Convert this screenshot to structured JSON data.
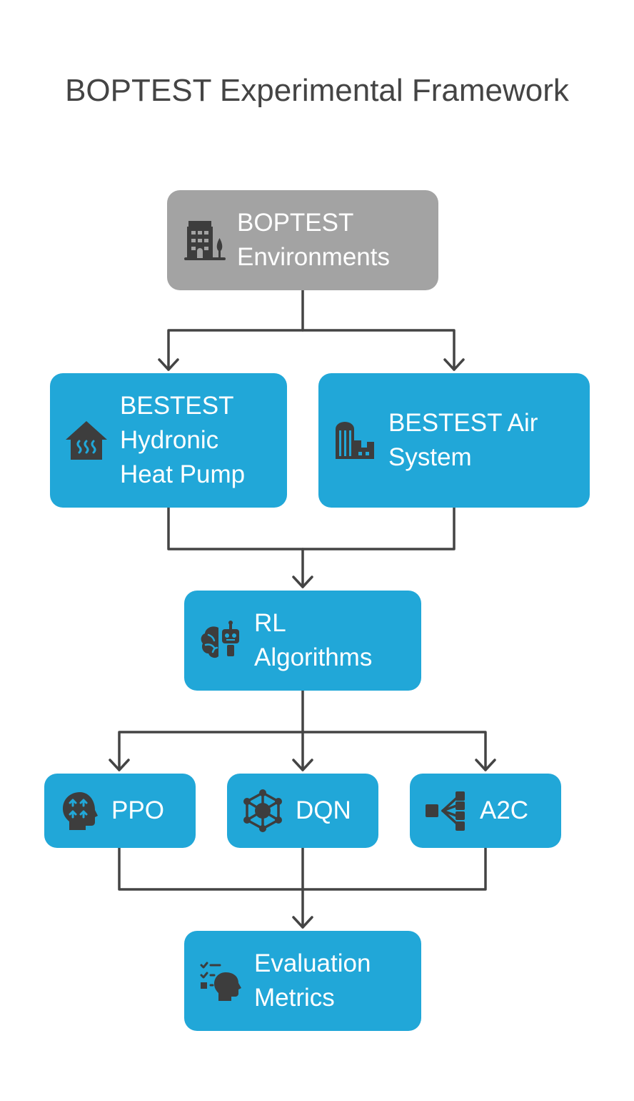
{
  "title": "BOPTEST Experimental Framework",
  "colors": {
    "root_fill": "#a3a3a3",
    "node_fill": "#21a7d8",
    "connector": "#444444",
    "icon": "#3d3d3d",
    "node_text": "#ffffff",
    "title_text": "#444444"
  },
  "nodes": {
    "environments": {
      "label": "BOPTEST\nEnvironments",
      "icon": "building-tree-icon"
    },
    "hydronic": {
      "label": "BESTEST\nHydronic\nHeat Pump",
      "icon": "house-heat-icon"
    },
    "air": {
      "label": "BESTEST Air\nSystem",
      "icon": "industrial-building-icon"
    },
    "rl": {
      "label": "RL\nAlgorithms",
      "icon": "brain-robot-icon"
    },
    "ppo": {
      "label": "PPO",
      "icon": "head-arrows-icon"
    },
    "dqn": {
      "label": "DQN",
      "icon": "network-icon"
    },
    "a2c": {
      "label": "A2C",
      "icon": "branch-split-icon"
    },
    "evaluation": {
      "label": "Evaluation\nMetrics",
      "icon": "head-checklist-icon"
    }
  },
  "edges": [
    {
      "from": "environments",
      "to": "hydronic"
    },
    {
      "from": "environments",
      "to": "air"
    },
    {
      "from": "hydronic",
      "to": "rl"
    },
    {
      "from": "air",
      "to": "rl"
    },
    {
      "from": "rl",
      "to": "ppo"
    },
    {
      "from": "rl",
      "to": "dqn"
    },
    {
      "from": "rl",
      "to": "a2c"
    },
    {
      "from": "ppo",
      "to": "evaluation"
    },
    {
      "from": "dqn",
      "to": "evaluation"
    },
    {
      "from": "a2c",
      "to": "evaluation"
    }
  ]
}
